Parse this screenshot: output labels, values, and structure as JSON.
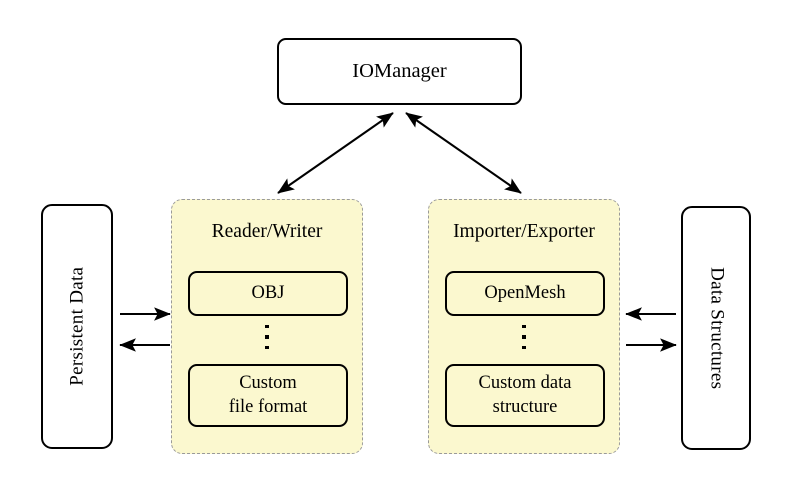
{
  "diagram": {
    "title_node": {
      "label": "IOManager"
    },
    "left_store": {
      "label": "Persistent Data"
    },
    "right_store": {
      "label": "Data Structures"
    },
    "groups": [
      {
        "id": "reader-writer",
        "title": "Reader/Writer",
        "first_item": "OBJ",
        "ellipsis": "⋮",
        "last_item_line1": "Custom",
        "last_item_line2": "file format"
      },
      {
        "id": "importer-exporter",
        "title": "Importer/Exporter",
        "first_item": "OpenMesh",
        "ellipsis": "⋮",
        "last_item_line1": "Custom data",
        "last_item_line2": "structure"
      }
    ],
    "colors": {
      "group_fill": "#fbf8cf",
      "group_border": "#9a9a9a",
      "stroke": "#000000",
      "background": "#ffffff"
    },
    "connectors": [
      {
        "name": "iomanager-readerwriter",
        "style": "double-headed",
        "direction": "diagonal-left"
      },
      {
        "name": "iomanager-importerexporter",
        "style": "double-headed",
        "direction": "diagonal-right"
      },
      {
        "name": "persistentdata-to-readerwriter",
        "style": "single-headed",
        "direction": "right"
      },
      {
        "name": "readerwriter-to-persistentdata",
        "style": "single-headed",
        "direction": "left"
      },
      {
        "name": "datastructures-to-importerexporter",
        "style": "single-headed",
        "direction": "left"
      },
      {
        "name": "importerexporter-to-datastructures",
        "style": "single-headed",
        "direction": "right"
      }
    ]
  }
}
